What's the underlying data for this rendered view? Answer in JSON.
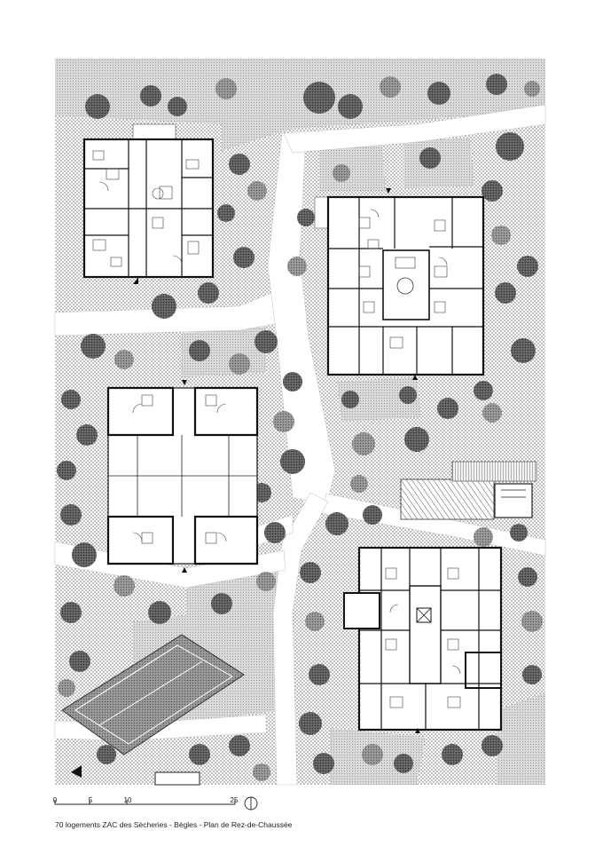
{
  "scale_bar": {
    "ticks": [
      "0",
      "5",
      "10",
      "25"
    ]
  },
  "caption": "70 logements ZAC des Sècheries - Bègles - Plan de Rez-de-Chaussée",
  "colors": {
    "ground_dots": "#6a6a6a",
    "path_light": "#d2d2d2",
    "tree_dark": "#555555",
    "wall": "#111111",
    "building_fill": "#ffffff"
  },
  "legend_icon": "north-arrow-icon"
}
